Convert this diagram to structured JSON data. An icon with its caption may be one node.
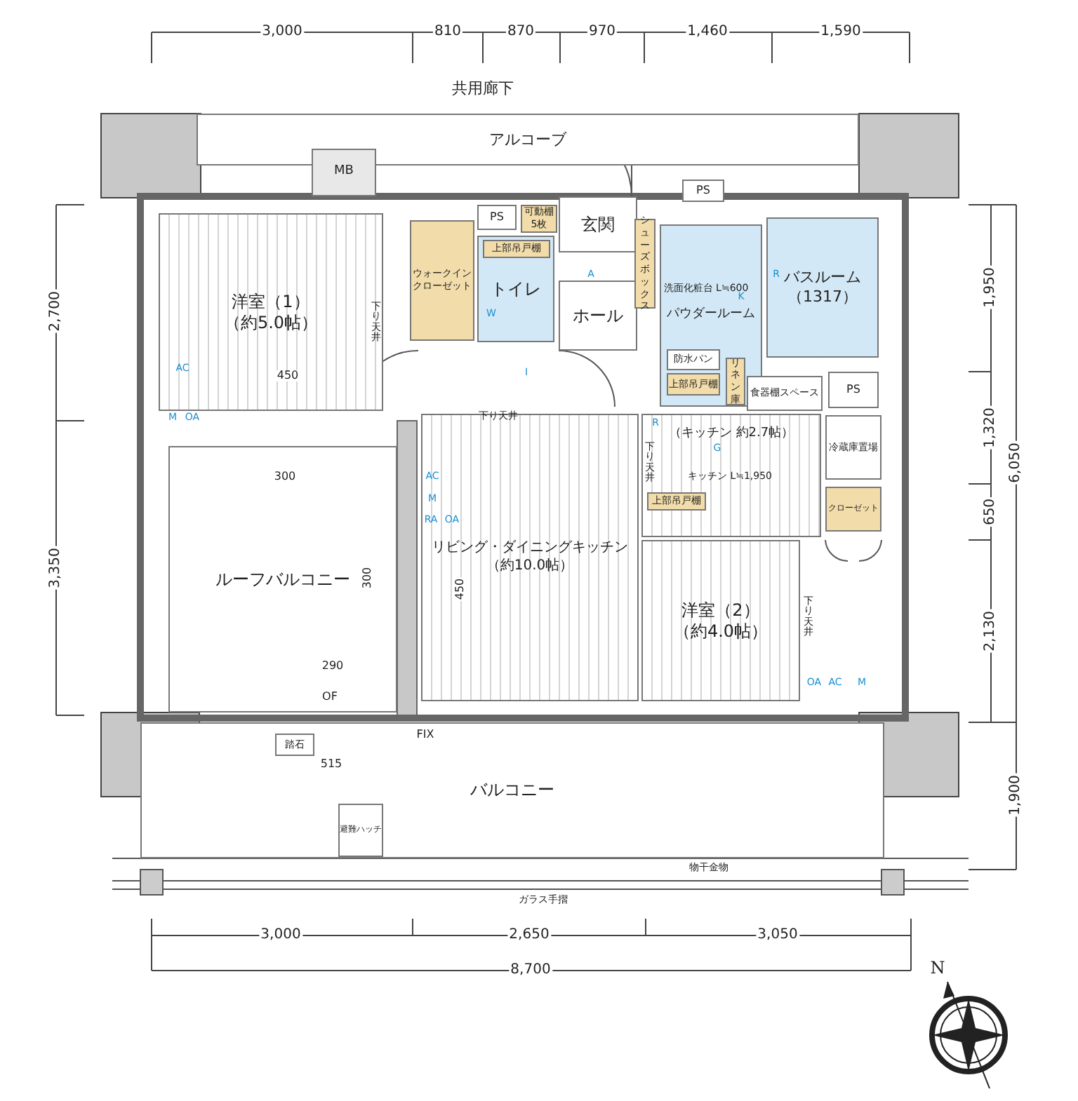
{
  "diagram": {
    "nodes": [
      {
        "text": [
          "アルコーブ"
        ]
      },
      {
        "text": [
          "MB"
        ]
      },
      {
        "text": [
          "PS"
        ]
      },
      {
        "text": [
          "可動棚5枚"
        ]
      },
      {
        "text": [
          "玄関"
        ]
      },
      {
        "text": [
          "ホール"
        ]
      },
      {
        "text": [
          "ウォークインクローゼット"
        ]
      },
      {
        "text": [
          "トイレ"
        ]
      },
      {
        "text": [
          "上部吊戸棚"
        ],
        "in": 7
      },
      {
        "text": [
          "洋室（1）",
          "（約5.0帖）"
        ]
      },
      {
        "text": [
          "シューズボックス"
        ]
      },
      {
        "text": [
          "PS"
        ]
      },
      {
        "text": [
          "パウダールーム"
        ]
      },
      {
        "text": [
          "防水パン"
        ],
        "in": 12
      },
      {
        "text": [
          "上部吊戸棚"
        ],
        "in": 12
      },
      {
        "text": [
          "リネン庫"
        ],
        "in": 12
      },
      {
        "text": [
          "バスルーム",
          "（1317）"
        ]
      },
      {
        "text": [
          "PS"
        ]
      },
      {
        "text": [
          "食器棚スペース"
        ]
      },
      {
        "text": [
          "リビング・ダイニングキッチン",
          "（約10.0帖）"
        ]
      },
      {
        "text": [
          "（キッチン 約2.7帖）"
        ]
      },
      {
        "text": [
          "冷蔵庫置場"
        ]
      },
      {
        "text": [
          "上部吊戸棚"
        ],
        "in": 20
      },
      {
        "text": [
          "クローゼット"
        ]
      },
      {
        "text": [
          "洋室（2）",
          "（約4.0帖）"
        ]
      },
      {
        "text": [
          "ルーフバルコニー"
        ]
      },
      {
        "text": [
          "バルコニー"
        ]
      },
      {
        "text": [
          "踏石"
        ],
        "in": 26
      },
      {
        "text": [
          "避難ハッチ"
        ],
        "in": 26
      }
    ],
    "labels": [
      "3,000",
      "810",
      "870",
      "970",
      "1,460",
      "1,590",
      "共用廊下",
      "下り天井",
      "450",
      "AC",
      "M",
      "OA",
      "W",
      "A",
      "I",
      "下り天井",
      "洗面化粧台 L≒600",
      "K",
      "R",
      "R",
      "下り天井",
      "G",
      "300",
      "AC",
      "キッチン L≒1,950",
      "M",
      "RA",
      "OA",
      "300",
      "450",
      "下り天井",
      "290",
      "OF",
      "OA",
      "AC",
      "M",
      "FIX",
      "515",
      "物干金物",
      "ガラス手摺",
      "3,000",
      "2,650",
      "3,050",
      "8,700",
      "2,700",
      "3,350",
      "1,950",
      "1,320",
      "650",
      "2,130",
      "6,050",
      "1,900",
      "N"
    ]
  }
}
